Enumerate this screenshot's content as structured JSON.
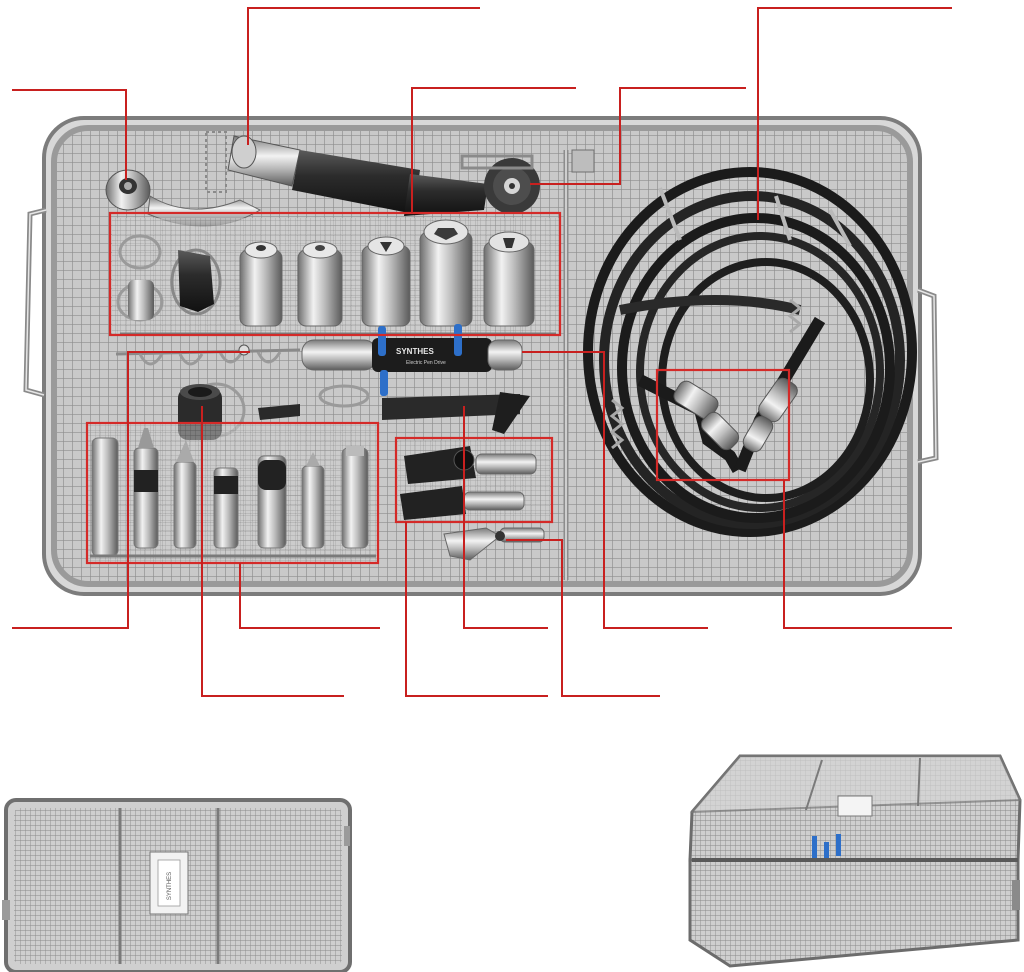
{
  "brand_label": {
    "name": "SYNTHES",
    "product": "Electric Pen Drive"
  },
  "lid_label": {
    "text": "SYNTHES"
  },
  "colors": {
    "callout": "#c8201f",
    "mesh": "#9c9c9c",
    "frame": "#8a8a8a",
    "cable": "#1b1b1b",
    "background": "#ffffff"
  },
  "callouts": [
    {
      "id": "upper-left-attachment",
      "target": "attachment-chuck"
    },
    {
      "id": "handpiece-connector",
      "target": "handpiece-connector"
    },
    {
      "id": "right-angle-handpiece",
      "target": "angled-handpiece"
    },
    {
      "id": "attachment-set",
      "target": "attachment-row"
    },
    {
      "id": "power-cable",
      "target": "power-cable"
    },
    {
      "id": "bur-rack",
      "target": "bur-guard-rack"
    },
    {
      "id": "attachment-holders",
      "target": "attachment-holders"
    },
    {
      "id": "cap",
      "target": "cap"
    },
    {
      "id": "pen-drive",
      "target": "electric-pen-drive"
    },
    {
      "id": "cable-connectors",
      "target": "cable-connectors"
    },
    {
      "id": "small-attachments",
      "target": "small-attachments"
    },
    {
      "id": "wrench",
      "target": "wrench"
    },
    {
      "id": "hose-holder",
      "target": "holder"
    }
  ]
}
